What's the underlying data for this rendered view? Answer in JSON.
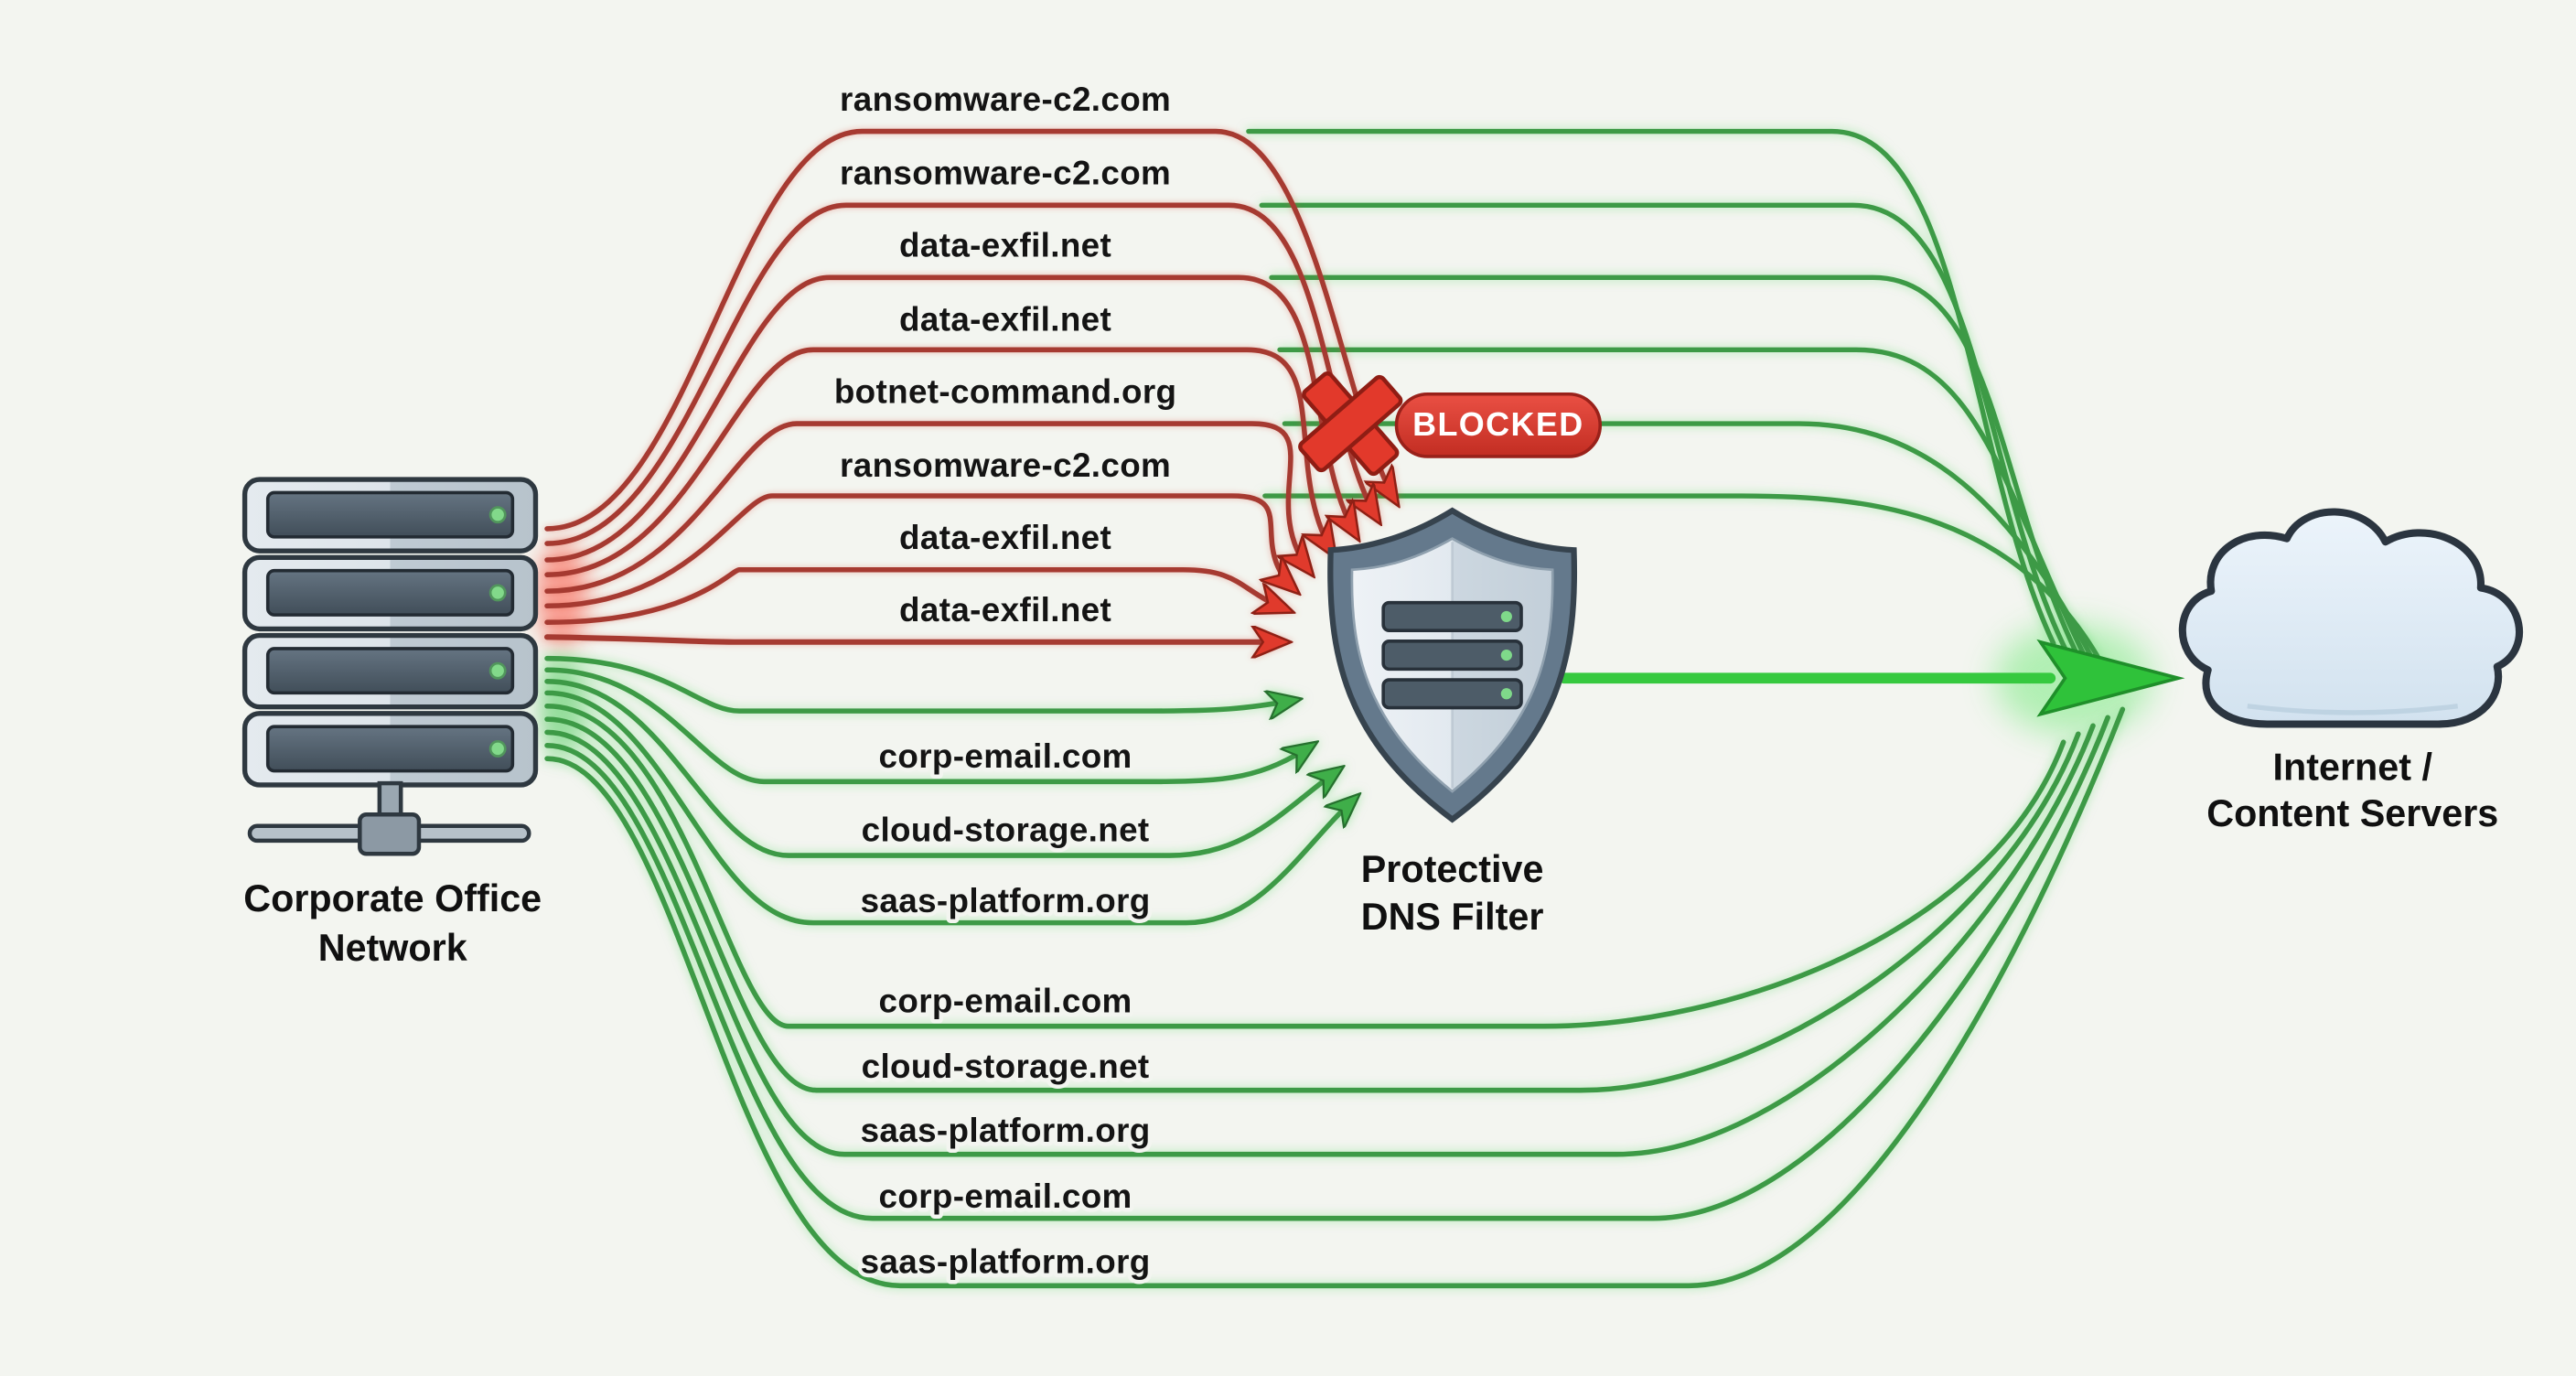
{
  "diagram": {
    "background": "#f3f5f0",
    "nodes": {
      "corporate_network": {
        "icon": "server-rack-icon",
        "label_line1": "Corporate Office",
        "label_line2": "Network"
      },
      "dns_filter": {
        "icon": "shield-icon",
        "label_line1": "Protective",
        "label_line2": "DNS Filter"
      },
      "internet": {
        "icon": "cloud-icon",
        "label_line1": "Internet /",
        "label_line2": "Content Servers"
      }
    },
    "blocked_badge": {
      "icon": "x-icon",
      "label": "BLOCKED"
    },
    "blocked_queries": [
      "ransomware-c2.com",
      "ransomware-c2.com",
      "data-exfil.net",
      "data-exfil.net",
      "botnet-command.org",
      "ransomware-c2.com",
      "data-exfil.net",
      "data-exfil.net"
    ],
    "allowed_queries_to_filter": [
      "corp-email.com",
      "cloud-storage.net",
      "saas-platform.org"
    ],
    "allowed_queries_lower": [
      "corp-email.com",
      "cloud-storage.net",
      "saas-platform.org",
      "corp-email.com",
      "saas-platform.org"
    ],
    "colors": {
      "blocked_line": "#a63a31",
      "blocked_arrow": "#e03a2c",
      "allowed_line": "#3d9a46",
      "beam_green": "#36c93f",
      "badge_background": "#d93a2e",
      "badge_text": "#ffffff",
      "label_text": "#141414",
      "background": "#f3f5f0"
    }
  }
}
